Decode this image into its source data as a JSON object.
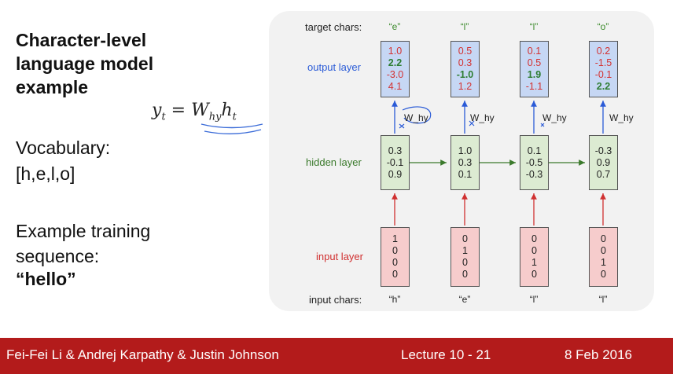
{
  "title": [
    "Character-level",
    "language model",
    "example"
  ],
  "equation": {
    "y": "y",
    "y_sub": "t",
    "eq": "=",
    "W": "W",
    "W_sub": "hy",
    "h": "h",
    "h_sub": "t"
  },
  "vocabulary_label": "Vocabulary:",
  "vocabulary_value": "[h,e,l,o]",
  "training_label": [
    "Example training",
    "sequence:"
  ],
  "training_value": "“hello”",
  "diagram": {
    "target_label": "target chars:",
    "output_label": "output layer",
    "hidden_label": "hidden layer",
    "input_label": "input layer",
    "input_chars_label": "input chars:",
    "weight_label": "W_hy",
    "target_chars": [
      "“e”",
      "“l”",
      "“l”",
      "“o”"
    ],
    "input_chars": [
      "“h”",
      "“e”",
      "“l”",
      "“l”"
    ],
    "output_values": [
      [
        "1.0",
        "2.2",
        "-3.0",
        "4.1"
      ],
      [
        "0.5",
        "0.3",
        "-1.0",
        "1.2"
      ],
      [
        "0.1",
        "0.5",
        "1.9",
        "-1.1"
      ],
      [
        "0.2",
        "-1.5",
        "-0.1",
        "2.2"
      ]
    ],
    "output_highlight": [
      1,
      2,
      2,
      3
    ],
    "hidden_values": [
      [
        "0.3",
        "-0.1",
        "0.9"
      ],
      [
        "1.0",
        "0.3",
        "0.1"
      ],
      [
        "0.1",
        "-0.5",
        "-0.3"
      ],
      [
        "-0.3",
        "0.9",
        "0.7"
      ]
    ],
    "input_values": [
      [
        "1",
        "0",
        "0",
        "0"
      ],
      [
        "0",
        "1",
        "0",
        "0"
      ],
      [
        "0",
        "0",
        "1",
        "0"
      ],
      [
        "0",
        "0",
        "1",
        "0"
      ]
    ],
    "colors": {
      "output_box": "#c6d7f4",
      "hidden_box": "#dcebd2",
      "input_box": "#f6cccc",
      "highlight": "#2e7d32",
      "value": "#d33333"
    }
  },
  "footer": {
    "authors": "Fei-Fei Li & Andrej Karpathy & Justin Johnson",
    "lecture": "Lecture 10 - 21",
    "date": "8 Feb 2016"
  }
}
